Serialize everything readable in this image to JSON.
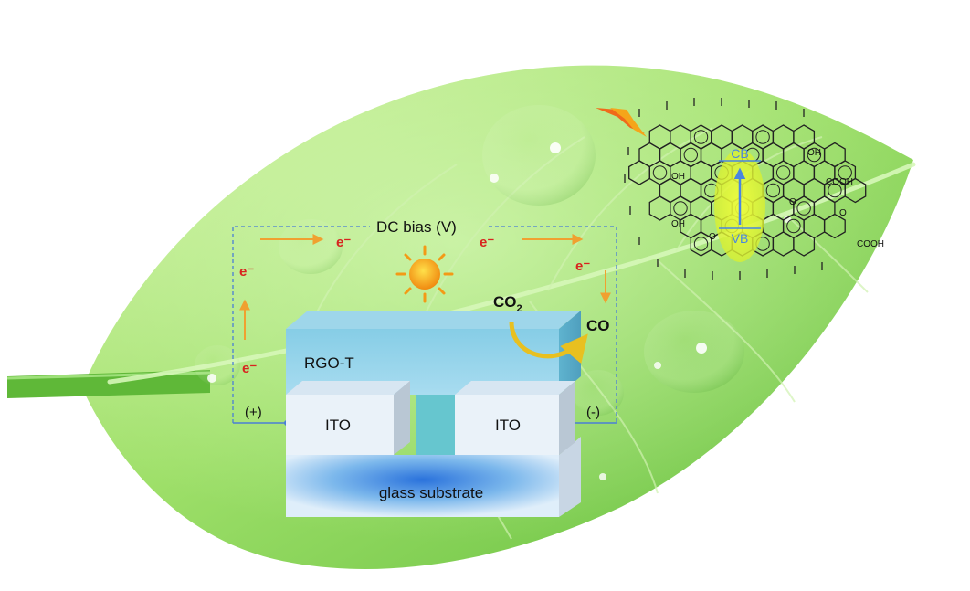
{
  "labels": {
    "dc_bias": "DC bias (V)",
    "rgo": "RGO-T",
    "ito_left": "ITO",
    "ito_right": "ITO",
    "glass": "glass substrate",
    "plus": "(+)",
    "minus": "(-)",
    "co2_main": "CO",
    "co2_sub": "2",
    "co": "CO",
    "cb": "CB",
    "vb": "VB",
    "electron": "e⁻",
    "oh": "OH",
    "cooh": "COOH",
    "o": "O"
  },
  "colors": {
    "leaf_light": "#b9ec8a",
    "leaf_mid": "#8ed85a",
    "leaf_dark": "#5fbd3a",
    "electron": "#d8241f",
    "arrow_orange": "#f0a030",
    "bias_line": "#4a7ed6",
    "band_highlight": "#e8f52a",
    "band_arrow": "#4a86e0",
    "rgo_top": "#8fd0e6",
    "rgo_front": "#7ec4e0",
    "ito_front": "#e9f1f8",
    "glass_center": "#2a6fd8"
  },
  "icons": {
    "sun": "sun-icon",
    "lightning": "lightning-icon"
  }
}
